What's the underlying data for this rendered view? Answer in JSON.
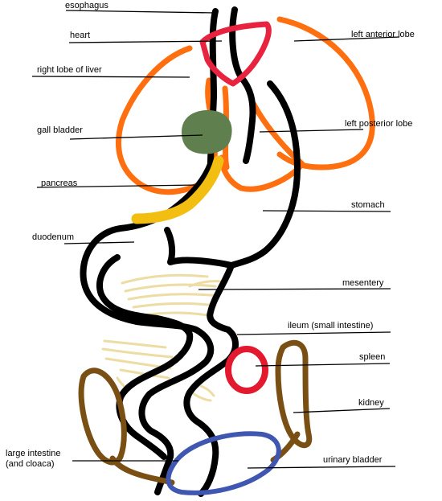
{
  "labels": {
    "esophagus": "esophagus",
    "heart": "heart",
    "left_anterior_lobe": "left anterior lobe",
    "right_lobe_of_liver": "right lobe of liver",
    "gall_bladder": "gall bladder",
    "left_posterior_lobe": "left posterior lobe",
    "pancreas": "pancreas",
    "stomach": "stomach",
    "duodenum": "duodenum",
    "mesentery": "mesentery",
    "ileum": "ileum (small intestine)",
    "spleen": "spleen",
    "kidney": "kidney",
    "large_intestine": "large intestine\n(and cloaca)",
    "urinary_bladder": "urinary bladder"
  },
  "colors": {
    "liver": "#ff6f0f",
    "heart": "#e8233f",
    "gall_bladder": "#5f7f4e",
    "pancreas": "#f2be12",
    "mesentery": "#eddca3",
    "spleen": "#e2192f",
    "kidney": "#7a4f14",
    "bladder": "#3f57b0",
    "gut": "#000000"
  }
}
